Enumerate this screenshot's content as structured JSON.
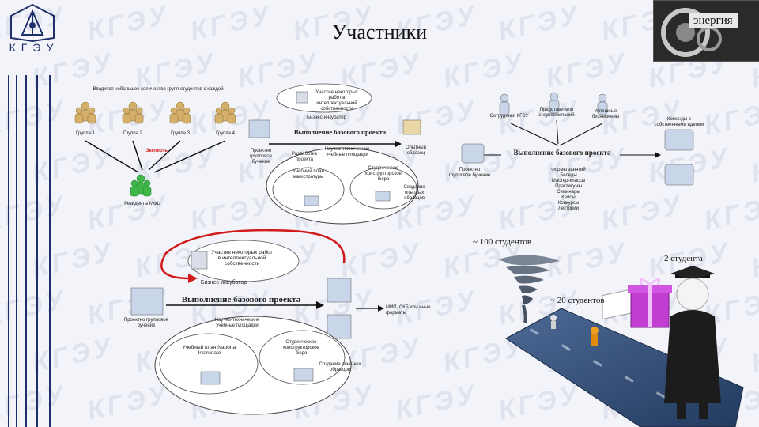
{
  "page_title": "Участники",
  "logo": {
    "text": "КГЭУ"
  },
  "top_right_logo": {
    "text": "энергия"
  },
  "watermark_text": "КГЭУ",
  "diagram_a": {
    "heading": "Вводится небольшое количество групп студентов с каждой",
    "groups": [
      "Группа 1",
      "Группа 2",
      "Группа 3",
      "Группа 4"
    ],
    "badge": "Эксперты",
    "result": "Резиденты МФЦ"
  },
  "diagram_b": {
    "top_box": "Участие некоторых работ в интеллектуальной собственности",
    "incubator": "Бизнес-инкубатор",
    "title": "Выполнение базового проекта",
    "team": "Проектно групповое бучение",
    "learn_a": "Разработка проекта",
    "learn_b": "Научно-технические учебные площадки",
    "right_top": "Опытный образец",
    "study": "Учебный план магистратуры",
    "design": "Студенческое конструкторское бюро",
    "prototype": "Создание опытных образцов"
  },
  "diagram_c": {
    "roles": [
      "Сотрудники КГЭУ",
      "Представители энергокомпаний",
      "Успешные бизнесмены"
    ],
    "title": "Выполнение базового проекта",
    "team": "Проектно групповое бучение",
    "outcome": "Команды с собственными идеями",
    "forms": [
      "Формы занятий",
      "Беседы",
      "Мастер-классы",
      "Практикумы",
      "Семинары",
      "Кейсы",
      "Конкурсы",
      "Лекторий"
    ]
  },
  "diagram_d": {
    "top_box": "Участие некоторых работ в интеллектуальной собственности",
    "incubator": "Бизнес-инкубатор",
    "title": "Выполнение базового проекта",
    "team": "Проектно групповое бучение",
    "scitech": "Научно-технические учебные площадки",
    "study": "Учебный план Nabonai Instrunate",
    "design": "Студенческое конструкторское бюро",
    "prototype": "Создание опытных образцов",
    "outcome": "МИП, СКБ или иные форматы"
  },
  "funnel": {
    "top": "~ 100 студентов",
    "mid": "~ 20 студентов",
    "end": "2 студента"
  },
  "colors": {
    "accent_blue": "#1f2f6b",
    "arrow_red": "#d11a1a",
    "belt": "#3a5a8a",
    "gift": "#c03fd0",
    "group_gold": "#d4b06a",
    "group_green": "#3fb64a"
  }
}
